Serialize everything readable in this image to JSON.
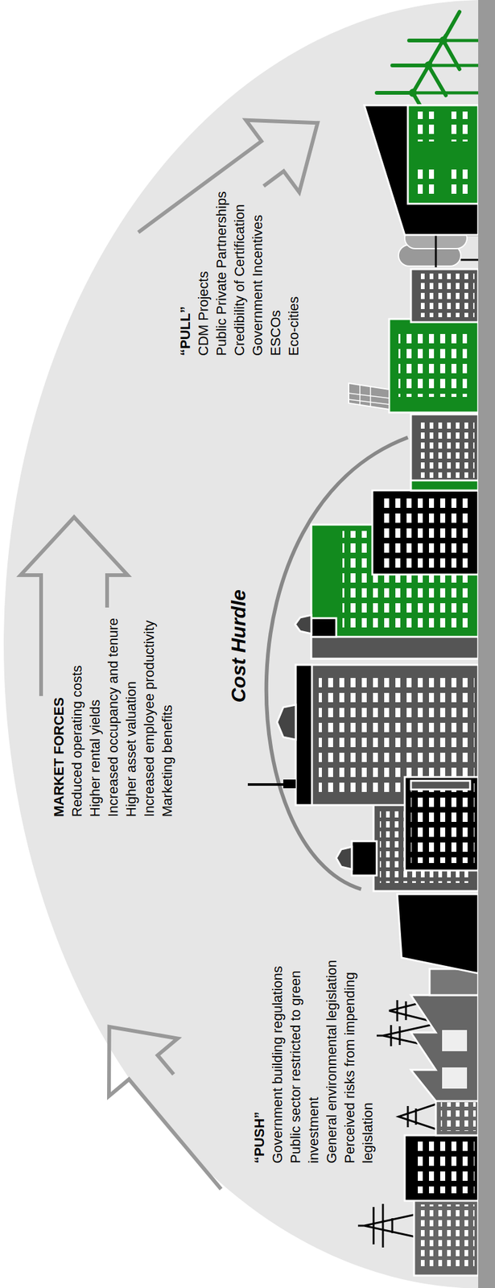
{
  "diagram": {
    "labels": [
      "“PUSH”",
      "Government building regulations",
      "Public sector restricted to green investment",
      "General environmental legislation",
      "Perceived risks from impending legislation",
      "MARKET FORCES",
      "Reduced operating costs",
      "Higher rental yields",
      "Increased occupancy and tenure",
      "Higher asset valuation",
      "Increased employee productivity",
      "Marketing benefits",
      "Cost Hurdle",
      "“PULL”",
      "CDM Projects",
      "Public Private Partnerships",
      "Credibility of Certification",
      "Government Incentives",
      "ESCOs",
      "Eco-cities"
    ]
  }
}
